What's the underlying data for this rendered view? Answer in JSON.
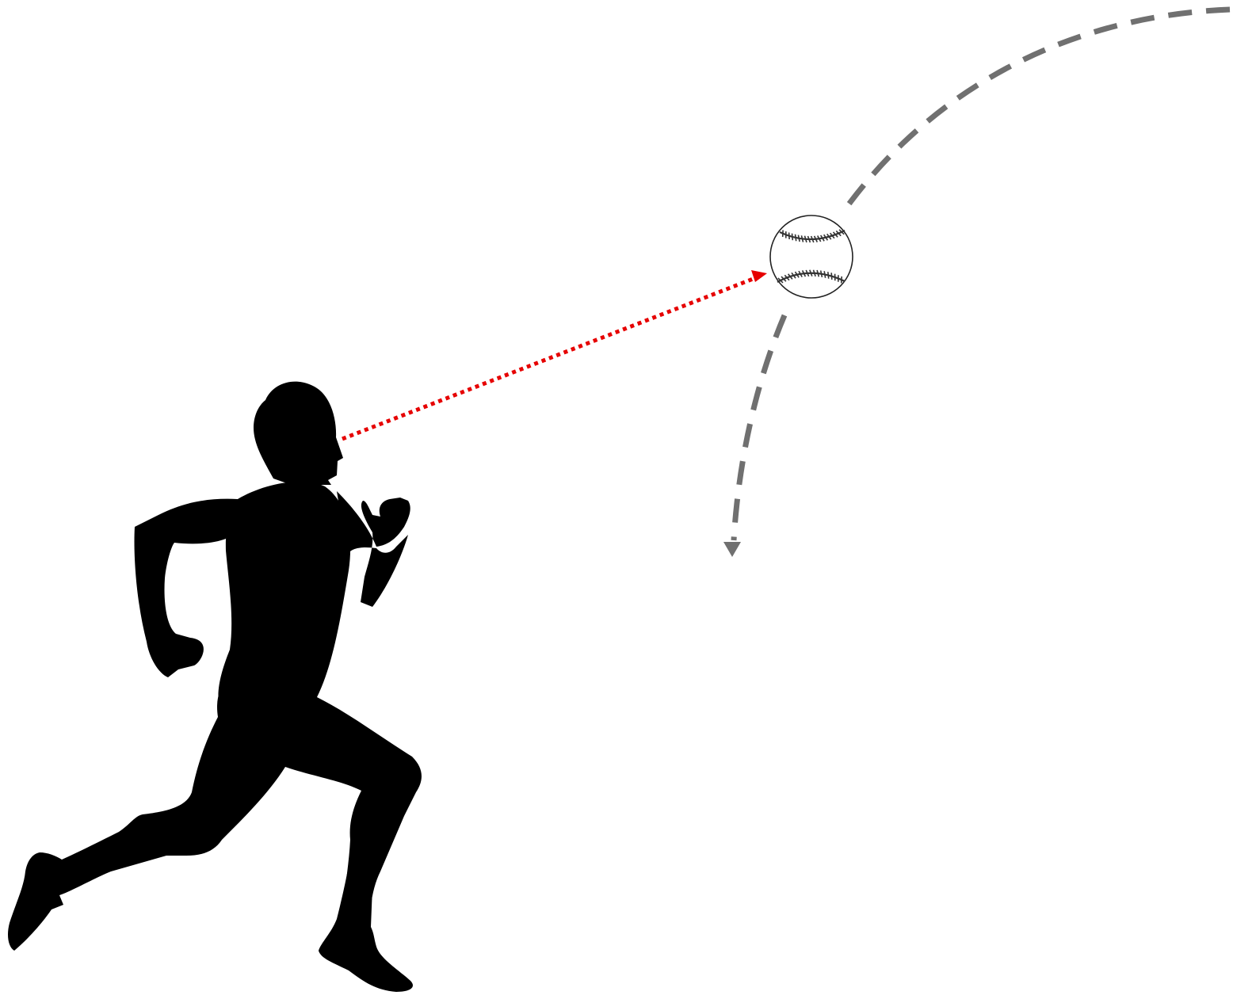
{
  "colors": {
    "background": "#ffffff",
    "runner_silhouette": "#000000",
    "gaze_line": "#e60000",
    "ball_trajectory": "#707070",
    "ball_fill": "#ffffff",
    "ball_outline": "#222222",
    "ball_stitches": "#333333"
  },
  "icons": {
    "runner": "running-person-silhouette",
    "ball": "baseball-icon"
  },
  "line_styles": {
    "gaze_line": "dotted",
    "ball_trajectory": "dashed"
  }
}
